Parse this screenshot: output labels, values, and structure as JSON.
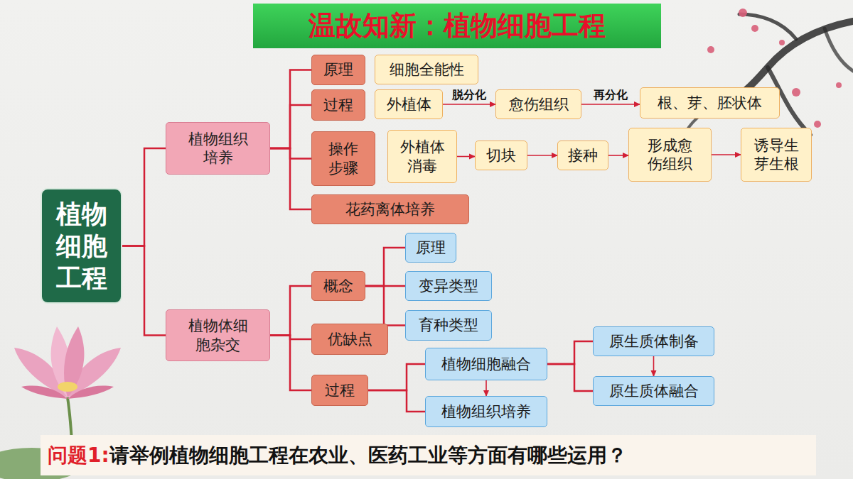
{
  "diagram": {
    "title": "温故知新：植物细胞工程",
    "nodes": [
      {
        "text": [
          "植物细胞工程"
        ]
      },
      {
        "text": [
          "植物组织培养"
        ]
      },
      {
        "text": [
          "原理"
        ]
      },
      {
        "text": [
          "细胞全能性"
        ]
      },
      {
        "text": [
          "过程"
        ]
      },
      {
        "text": [
          "外植体"
        ]
      },
      {
        "text": [
          "愈伤组织"
        ]
      },
      {
        "text": [
          "根、芽、胚状体"
        ]
      },
      {
        "text": [
          "操作步骤"
        ]
      },
      {
        "text": [
          "外植体消毒"
        ]
      },
      {
        "text": [
          "切块"
        ]
      },
      {
        "text": [
          "接种"
        ]
      },
      {
        "text": [
          "形成愈伤组织"
        ]
      },
      {
        "text": [
          "诱导生芽生根"
        ]
      },
      {
        "text": [
          "花药离体培养"
        ]
      },
      {
        "text": [
          "植物体细胞杂交"
        ]
      },
      {
        "text": [
          "概念"
        ]
      },
      {
        "text": [
          "原理"
        ]
      },
      {
        "text": [
          "变异类型"
        ]
      },
      {
        "text": [
          "育种类型"
        ]
      },
      {
        "text": [
          "优缺点"
        ]
      },
      {
        "text": [
          "过程"
        ]
      },
      {
        "text": [
          "植物细胞融合"
        ]
      },
      {
        "text": [
          "植物组织培养"
        ]
      },
      {
        "text": [
          "原生质体制备"
        ]
      },
      {
        "text": [
          "原生质体融合"
        ]
      },
      {
        "text": [
          "问题1:",
          "请举例植物细胞工程在农业、医药工业等方面有哪些运用？"
        ]
      }
    ],
    "edges": [
      {
        "from": 0,
        "to": 1,
        "arrow": "none"
      },
      {
        "from": 0,
        "to": 15,
        "arrow": "none"
      },
      {
        "from": 1,
        "to": 2,
        "arrow": "none"
      },
      {
        "from": 1,
        "to": 4,
        "arrow": "none"
      },
      {
        "from": 1,
        "to": 8,
        "arrow": "none"
      },
      {
        "from": 1,
        "to": 14,
        "arrow": "none"
      },
      {
        "from": 5,
        "to": 6,
        "label": "脱分化",
        "arrow": "to"
      },
      {
        "from": 6,
        "to": 7,
        "label": "再分化",
        "arrow": "to"
      },
      {
        "from": 9,
        "to": 10,
        "arrow": "to"
      },
      {
        "from": 10,
        "to": 11,
        "arrow": "to"
      },
      {
        "from": 11,
        "to": 12,
        "arrow": "to"
      },
      {
        "from": 12,
        "to": 13,
        "arrow": "to"
      },
      {
        "from": 15,
        "to": 16,
        "arrow": "none"
      },
      {
        "from": 15,
        "to": 20,
        "arrow": "none"
      },
      {
        "from": 15,
        "to": 21,
        "arrow": "none"
      },
      {
        "from": 16,
        "to": 17,
        "arrow": "none"
      },
      {
        "from": 16,
        "to": 18,
        "arrow": "none"
      },
      {
        "from": 16,
        "to": 19,
        "arrow": "none"
      },
      {
        "from": 21,
        "to": 22,
        "arrow": "none"
      },
      {
        "from": 21,
        "to": 23,
        "arrow": "none"
      },
      {
        "from": 22,
        "to": 23,
        "arrow": "to"
      },
      {
        "from": 22,
        "to": 24,
        "arrow": "none"
      },
      {
        "from": 22,
        "to": 25,
        "arrow": "none"
      },
      {
        "from": 24,
        "to": 25,
        "arrow": "to"
      }
    ]
  }
}
